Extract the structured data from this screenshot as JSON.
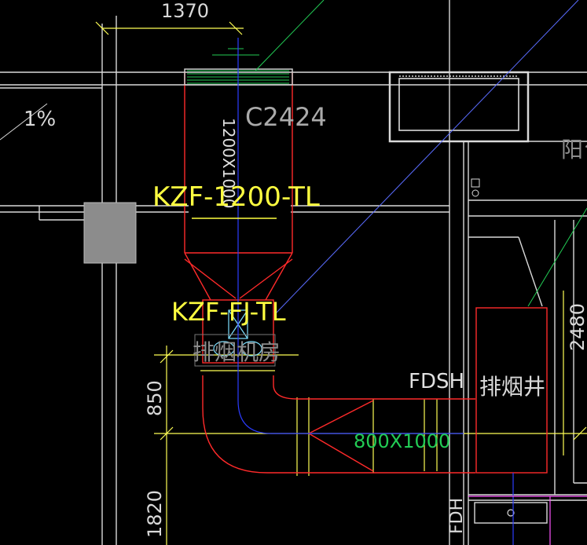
{
  "drawing": {
    "dim_top": "1370",
    "slope": "1%",
    "window_tag": "C2424",
    "duct_size_vertical": "1200X1000",
    "fan_label": "KZF-1200-TL",
    "reducer_label": "KZF-FJ-TL",
    "fan_room_label": "排烟机房",
    "damper_label": "FDSH",
    "shaft_label": "排烟井",
    "duct_size_horizontal": "800X1000",
    "dim_850": "850",
    "dim_1820": "1820",
    "dim_2480": "2480",
    "balcony_label": "阳台",
    "fdh_label": "FDH"
  },
  "colors": {
    "background": "#000000",
    "wall": "#d9d9d9",
    "duct": "#ff2a2a",
    "axis": "#2b3cff",
    "dimension": "#ffff55",
    "annotation": "#ffff40",
    "leader": "#22cc55",
    "equipment": "#7fe0ff",
    "grey_block": "#8c8c8c",
    "magenta": "#ff55ff",
    "callout_blue": "#5a6cff"
  }
}
